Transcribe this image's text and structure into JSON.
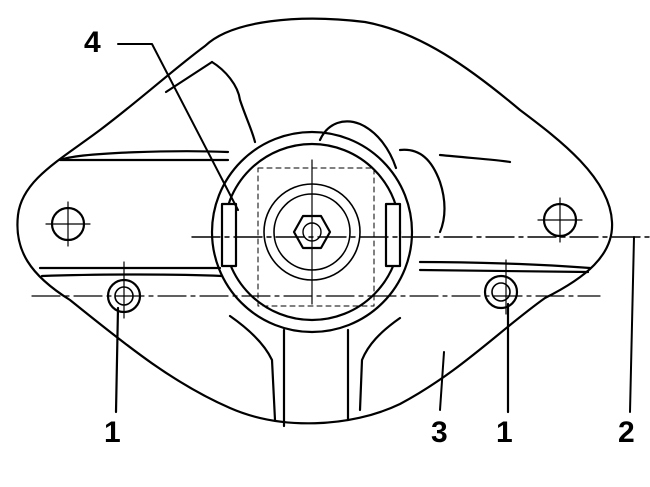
{
  "figure": {
    "callouts": [
      {
        "id": "4",
        "text": "4"
      },
      {
        "id": "1a",
        "text": "1"
      },
      {
        "id": "3",
        "text": "3"
      },
      {
        "id": "1b",
        "text": "1"
      },
      {
        "id": "2",
        "text": "2"
      }
    ]
  },
  "colors": {
    "ink": "#000000",
    "paper": "#ffffff"
  }
}
